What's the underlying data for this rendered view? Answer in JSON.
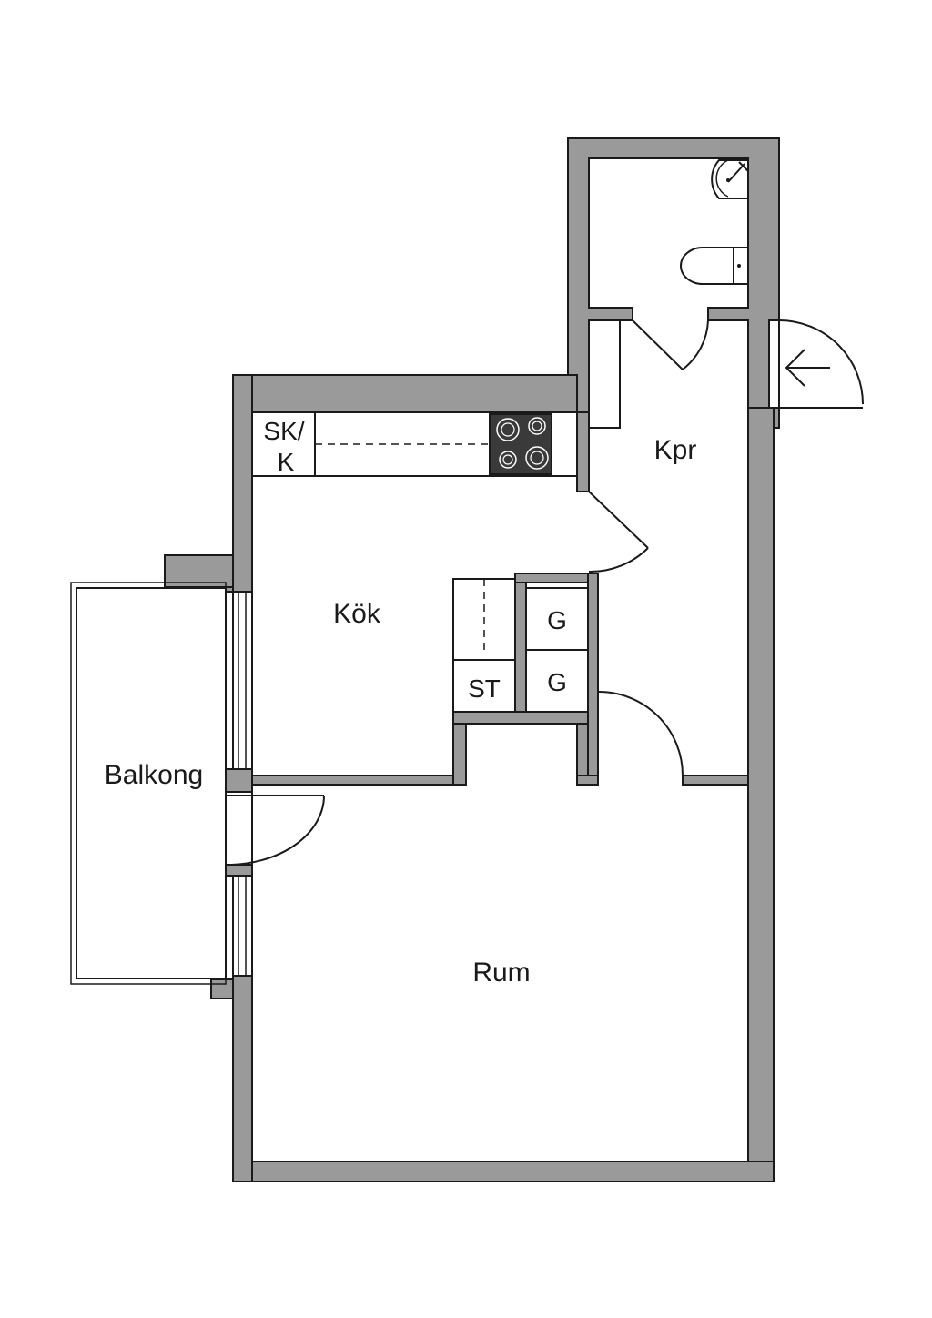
{
  "rooms": {
    "kitchen": "Kök",
    "hall": "Kpr",
    "living": "Rum",
    "balcony": "Balkong"
  },
  "fixtures": {
    "dishwasher_fridge": "SK/\nK",
    "dishwasher_line1": "SK/",
    "dishwasher_line2": "K",
    "wardrobe_st": "ST",
    "wardrobe_g1": "G",
    "wardrobe_g2": "G"
  },
  "colors": {
    "wall": "#9a9a9a",
    "stove": "#3a3a3a",
    "line": "#1a1a1a"
  }
}
